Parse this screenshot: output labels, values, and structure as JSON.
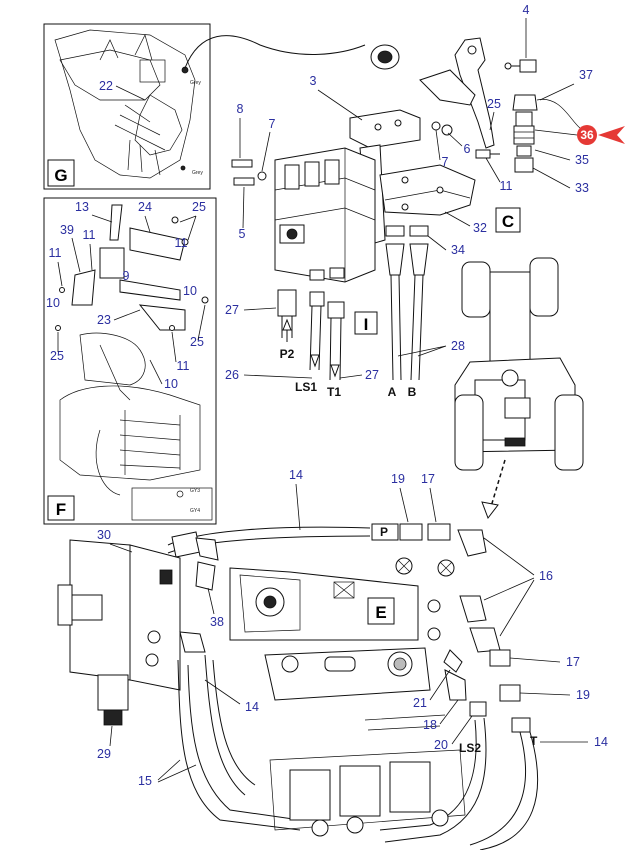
{
  "callouts": {
    "n1": "4",
    "n2": "37",
    "n3": "36",
    "n4": "35",
    "n5": "33",
    "n6": "25",
    "n7": "6",
    "n8": "7",
    "n9": "11",
    "n10": "3",
    "n11": "8",
    "n12": "7",
    "n13": "5",
    "n14": "32",
    "n15": "34",
    "n16": "27",
    "n17": "28",
    "n18": "26",
    "n19": "27",
    "n20": "22",
    "n21": "13",
    "n22": "24",
    "n23": "25",
    "n24": "39",
    "n25": "11",
    "n26": "11",
    "n27": "11",
    "n28": "9",
    "n29": "10",
    "n30": "10",
    "n31": "23",
    "n32": "25",
    "n33": "25",
    "n34": "11",
    "n35": "10",
    "n36": "14",
    "n37": "19",
    "n38": "17",
    "n39": "30",
    "n40": "16",
    "n41": "38",
    "n42": "14",
    "n43": "17",
    "n44": "19",
    "n45": "21",
    "n46": "18",
    "n47": "20",
    "n48": "14",
    "n49": "29",
    "n50": "15"
  },
  "port_labels": {
    "p2": "P2",
    "ls1": "LS1",
    "t1": "T1",
    "a": "A",
    "b": "B",
    "ls2": "LS2",
    "p": "P",
    "t": "T"
  },
  "view_letters": {
    "g": "G",
    "c": "C",
    "i": "I",
    "f": "F",
    "e": "E"
  },
  "small_text": {
    "grey1": "Grey",
    "grey2": "Grey",
    "gy3": "GY3",
    "gy4": "GY4"
  },
  "highlight": {
    "color": "#e53935",
    "arrow_color": "#e53935"
  },
  "ink_color": "#2b2fa0"
}
